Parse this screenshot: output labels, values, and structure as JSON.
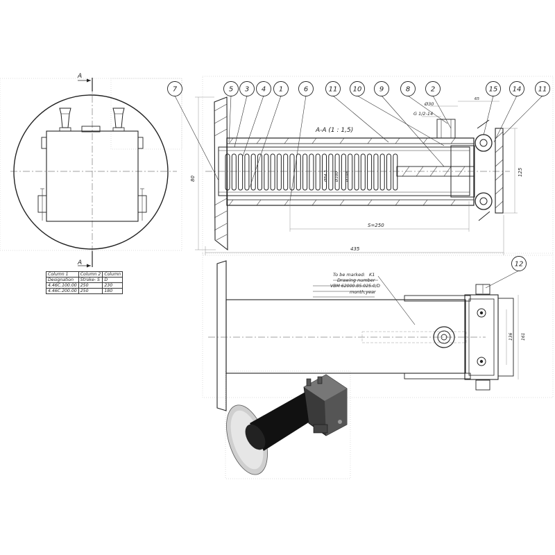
{
  "section_label": "A-A (1 : 1,5)",
  "cut_marker": "A",
  "balloons": [
    "7",
    "5",
    "3",
    "4",
    "1",
    "6",
    "11",
    "10",
    "9",
    "8",
    "2",
    "15",
    "14",
    "11",
    "12"
  ],
  "dims": {
    "d80": "80",
    "d125": "125",
    "d435": "435",
    "stroke": "S=250",
    "d30": "Ø30",
    "thread": "G 1/2-14",
    "w65": "65",
    "d136": "136",
    "d161": "161",
    "dia1": "Ø84.3",
    "dia2": "Ø100",
    "dia3": "Ø108"
  },
  "marking": {
    "header": "To be marked:",
    "k1": "K1",
    "line1": "Drawing number",
    "line2": "VBM 62000.85.025.0/D",
    "line3": "month,year"
  },
  "table": {
    "headers": [
      "Column 1",
      "Column 2",
      "Column"
    ],
    "subheaders": [
      "Designation",
      "Stroke- S",
      "D"
    ],
    "rows": [
      [
        "4.46C.100.00",
        "250",
        "230"
      ],
      [
        "4.46C.200.00",
        "250",
        "180"
      ]
    ]
  }
}
